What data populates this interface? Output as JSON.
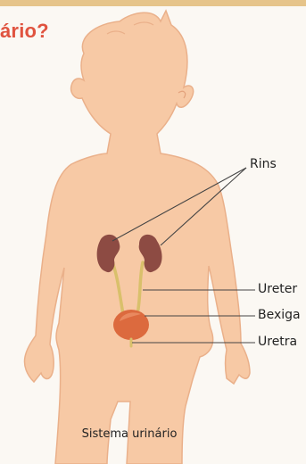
{
  "heading": "ário?",
  "labels": {
    "rins": "Rins",
    "ureter": "Ureter",
    "bexiga": "Bexiga",
    "uretra": "Uretra"
  },
  "caption": "Sistema urinário",
  "colors": {
    "heading": "#e0533f",
    "skin": "#f7c9a5",
    "skin_outline": "#e9ad86",
    "kidney": "#8d4b43",
    "ureter": "#d9c06b",
    "bladder": "#dc6a3e",
    "leader_line": "#444444",
    "top_band": "#e6c48a"
  }
}
